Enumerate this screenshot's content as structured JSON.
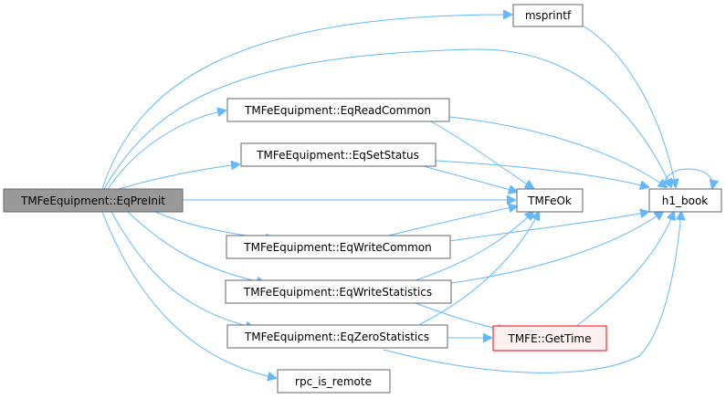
{
  "diagram": {
    "nodes": {
      "root": {
        "label": "TMFeEquipment::EqPreInit",
        "fill": "#999999",
        "stroke": "#666666"
      },
      "msprintf": {
        "label": "msprintf",
        "fill": "#ffffff",
        "stroke": "#666666"
      },
      "eqreadcommon": {
        "label": "TMFeEquipment::EqReadCommon",
        "fill": "#ffffff",
        "stroke": "#666666"
      },
      "eqsetstatus": {
        "label": "TMFeEquipment::EqSetStatus",
        "fill": "#ffffff",
        "stroke": "#666666"
      },
      "eqwritecommon": {
        "label": "TMFeEquipment::EqWriteCommon",
        "fill": "#ffffff",
        "stroke": "#666666"
      },
      "eqwritestatistics": {
        "label": "TMFeEquipment::EqWriteStatistics",
        "fill": "#ffffff",
        "stroke": "#666666"
      },
      "eqzerostatistics": {
        "label": "TMFeEquipment::EqZeroStatistics",
        "fill": "#ffffff",
        "stroke": "#666666"
      },
      "rpc_is_remote": {
        "label": "rpc_is_remote",
        "fill": "#ffffff",
        "stroke": "#666666"
      },
      "tmfeok": {
        "label": "TMFeOk",
        "fill": "#ffffff",
        "stroke": "#666666"
      },
      "gettime": {
        "label": "TMFE::GetTime",
        "fill": "#fff0f0",
        "stroke": "#ff0000"
      },
      "h1_book": {
        "label": "h1_book",
        "fill": "#ffffff",
        "stroke": "#666666"
      }
    },
    "edges": [
      [
        "root",
        "msprintf"
      ],
      [
        "root",
        "eqreadcommon"
      ],
      [
        "root",
        "eqsetstatus"
      ],
      [
        "root",
        "tmfeok"
      ],
      [
        "root",
        "h1_book"
      ],
      [
        "root",
        "eqwritecommon"
      ],
      [
        "root",
        "eqwritestatistics"
      ],
      [
        "root",
        "eqzerostatistics"
      ],
      [
        "root",
        "rpc_is_remote"
      ],
      [
        "msprintf",
        "h1_book"
      ],
      [
        "eqreadcommon",
        "tmfeok"
      ],
      [
        "eqreadcommon",
        "h1_book"
      ],
      [
        "eqsetstatus",
        "tmfeok"
      ],
      [
        "eqsetstatus",
        "h1_book"
      ],
      [
        "eqwritecommon",
        "tmfeok"
      ],
      [
        "eqwritecommon",
        "h1_book"
      ],
      [
        "eqwritestatistics",
        "tmfeok"
      ],
      [
        "eqwritestatistics",
        "gettime"
      ],
      [
        "eqwritestatistics",
        "h1_book"
      ],
      [
        "eqzerostatistics",
        "tmfeok"
      ],
      [
        "eqzerostatistics",
        "gettime"
      ],
      [
        "eqzerostatistics",
        "h1_book"
      ],
      [
        "gettime",
        "h1_book"
      ],
      [
        "h1_book",
        "h1_book"
      ]
    ],
    "edge_color": "#63b8ff"
  }
}
